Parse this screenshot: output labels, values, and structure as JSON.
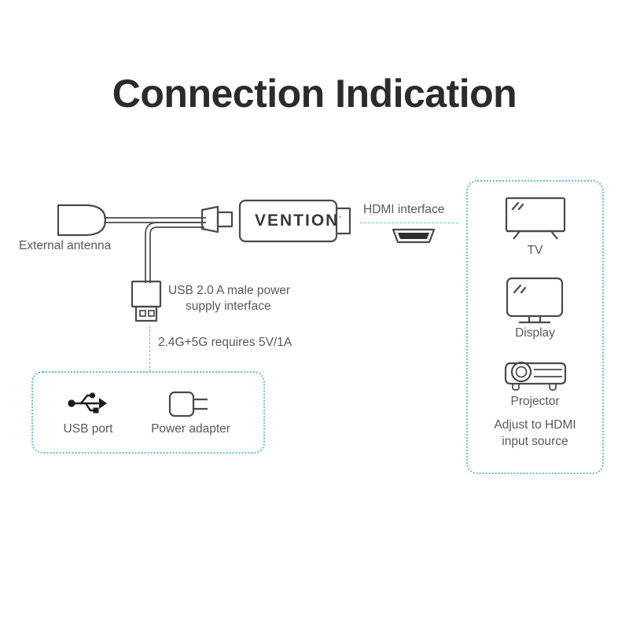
{
  "page": {
    "title": "Connection Indication",
    "background_color": "#ffffff",
    "accent_dashed_color": "#62bcd9",
    "line_color": "#4a4a4d",
    "text_color": "#595959",
    "title_color": "#2b2b2b"
  },
  "device": {
    "brand_label": "VENTION",
    "brand_trademark": "·",
    "antenna_label": "External antenna",
    "usb_label_line1": "USB 2.0 A male power",
    "usb_label_line2": "supply interface",
    "power_note": "2.4G+5G requires 5V/1A",
    "icons": {
      "antenna": "antenna-icon",
      "micro_plug": "micro-usb-plug-icon",
      "usb_a_plug": "usb-a-plug-icon",
      "dongle_body": "hdmi-dongle-icon"
    }
  },
  "hdmi": {
    "interface_label": "HDMI interface",
    "port_icon": "hdmi-port-icon"
  },
  "power_panel": {
    "items": [
      {
        "label": "USB port",
        "icon": "usb-trident-icon"
      },
      {
        "label": "Power adapter",
        "icon": "power-adapter-icon"
      }
    ]
  },
  "display_panel": {
    "items": [
      {
        "label": "TV",
        "icon": "tv-icon"
      },
      {
        "label": "Display",
        "icon": "monitor-icon"
      },
      {
        "label": "Projector",
        "icon": "projector-icon"
      }
    ],
    "note_line1": "Adjust to HDMI",
    "note_line2": "input source"
  }
}
